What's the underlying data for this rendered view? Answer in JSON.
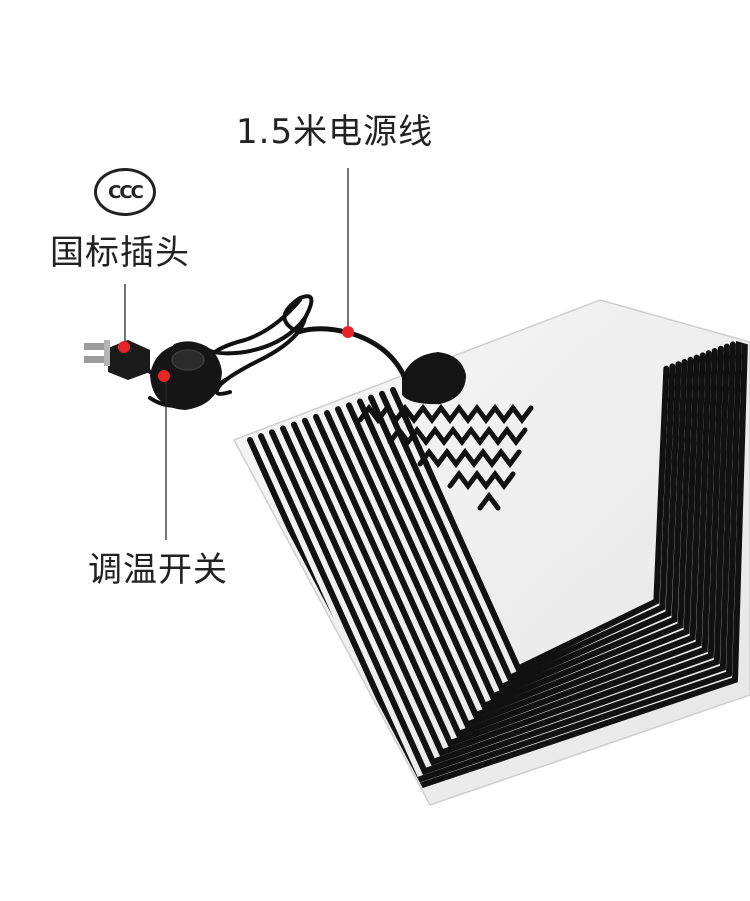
{
  "callouts": {
    "power_cord": "1.5米电源线",
    "plug": "国标插头",
    "switch": "调温开关"
  },
  "certification_mark": "CCC",
  "colors": {
    "accent_dot": "#e8242a",
    "heating_trace": "#111111",
    "pad_base": "#f2f2f2"
  }
}
